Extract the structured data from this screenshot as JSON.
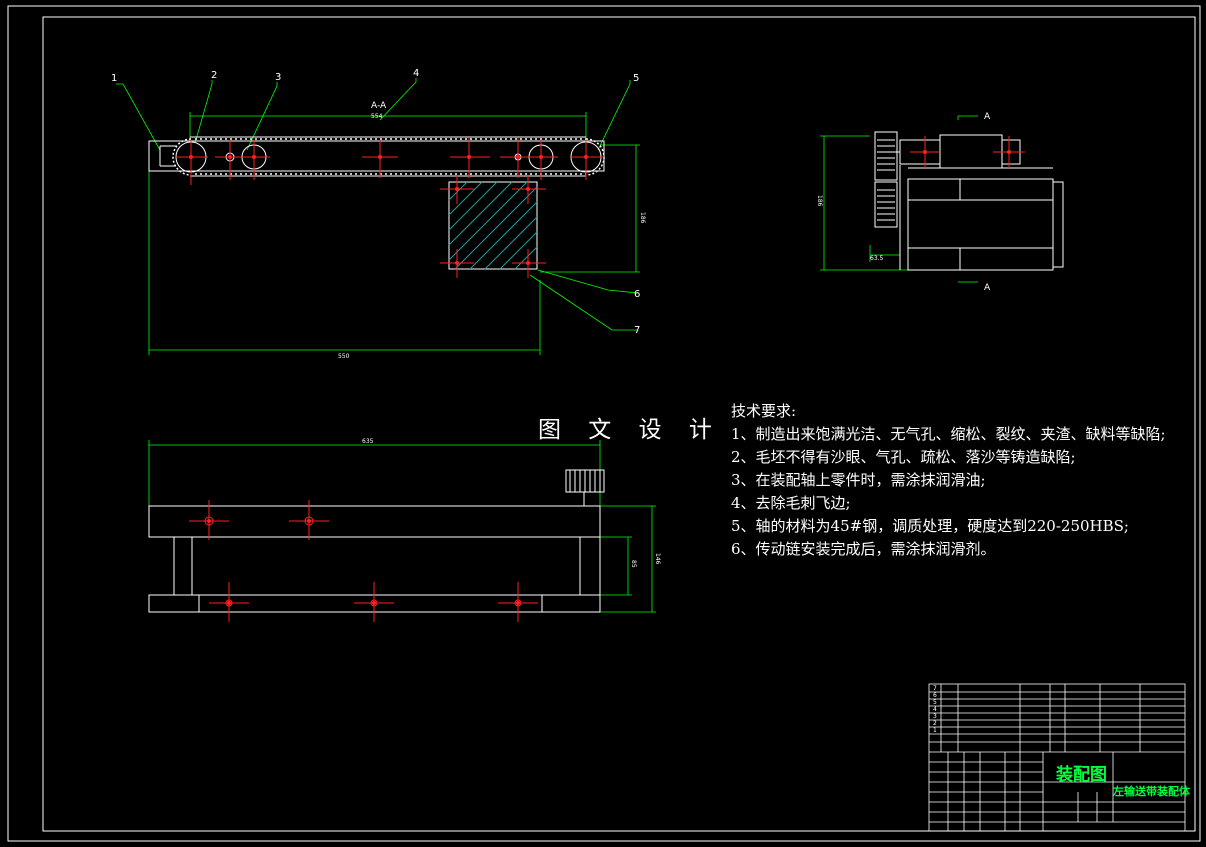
{
  "drawing": {
    "part_labels": [
      "1",
      "2",
      "3",
      "4",
      "5",
      "6",
      "7"
    ],
    "section_label": "A-A",
    "section_marks": [
      "A",
      "A"
    ],
    "dimensions": {
      "front_top_length": "554",
      "front_height": "186",
      "front_overall_width": "550",
      "side_height": "186",
      "side_offset": "63.5",
      "bottom_length": "635",
      "bottom_height_inner": "85",
      "bottom_height_total": "146"
    },
    "colors": {
      "background": "#000000",
      "outline": "#ffffff",
      "dimension": "#00ff00",
      "centerline": "#ff0000",
      "hatch": "#20a0a0"
    }
  },
  "watermark": "图 文 设 计",
  "tech_requirements": {
    "title": "技术要求:",
    "items": [
      "1、制造出来饱满光洁、无气孔、缩松、裂纹、夹渣、缺料等缺陷;",
      "2、毛坯不得有沙眼、气孔、疏松、落沙等铸造缺陷;",
      "3、在装配轴上零件时，需涂抹润滑油;",
      "4、去除毛刺飞边;",
      "5、轴的材料为45#钢，调质处理，硬度达到220-250HBS;",
      "6、传动链安装完成后，需涂抹润滑剂。"
    ]
  },
  "title_block": {
    "drawing_title": "装配图",
    "part_name": "左输送带装配体",
    "bom_rows": [
      "7",
      "6",
      "5",
      "4",
      "3",
      "2",
      "1"
    ]
  }
}
